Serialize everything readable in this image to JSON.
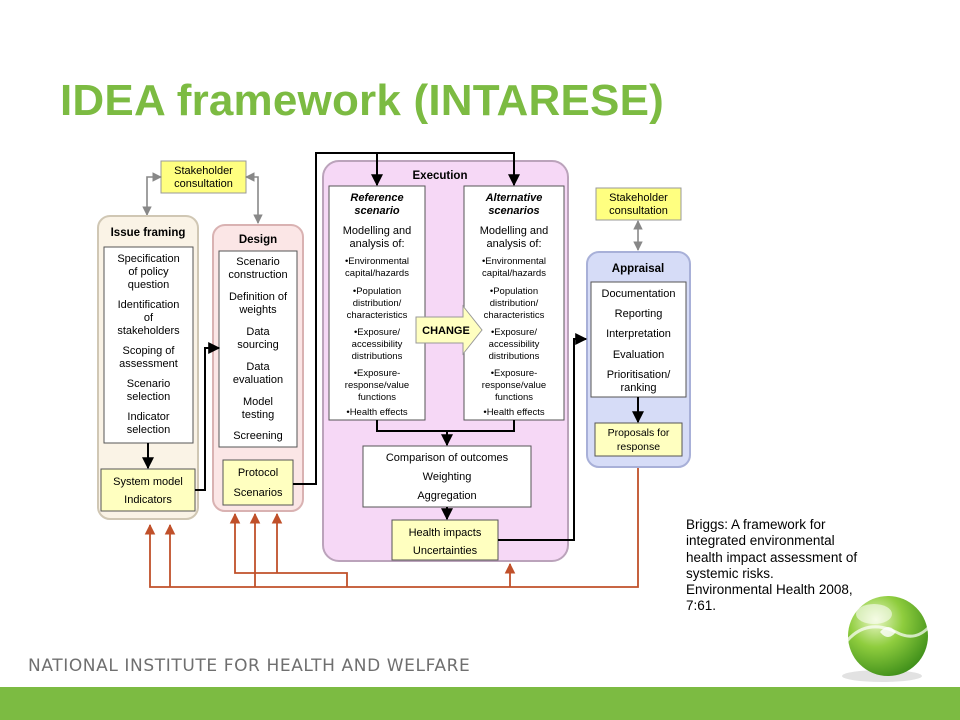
{
  "title": "IDEA framework (INTARESE)",
  "citation": "Briggs: A framework for integrated environmental health impact assessment of systemic risks. Environmental Health 2008, 7:61.",
  "footer": "NATIONAL INSTITUTE FOR HEALTH AND WELFARE",
  "colors": {
    "title_green": "#7cbb42",
    "footer_green": "#7cbb42",
    "feedback_arrow": "#c0502a"
  },
  "diagram": {
    "stakeholder_left": [
      "Stakeholder",
      "consultation"
    ],
    "stakeholder_right": [
      "Stakeholder",
      "consultation"
    ],
    "issue_framing": {
      "title": "Issue framing",
      "inner": [
        "Specification",
        "of policy",
        "question",
        "Identification",
        "of",
        "stakeholders",
        "Scoping of",
        "assessment",
        "Scenario",
        "selection",
        "Indicator",
        "selection"
      ],
      "bottom": [
        "System model",
        "Indicators"
      ]
    },
    "design": {
      "title": "Design",
      "inner": [
        "Scenario",
        "construction",
        "Definition of",
        "weights",
        "Data",
        "sourcing",
        "Data",
        "evaluation",
        "Model",
        "testing",
        "Screening"
      ],
      "bottom": [
        "Protocol",
        "Scenarios"
      ]
    },
    "execution": {
      "title": "Execution",
      "reference": {
        "title": [
          "Reference",
          "scenario"
        ],
        "body": [
          "Modelling and",
          "analysis of:",
          "•Environmental",
          "capital/hazards",
          "•Population",
          "distribution/",
          "characteristics",
          "•Exposure/",
          "accessibility",
          "distributions",
          "•Exposure-",
          "response/value",
          "functions",
          "•Health effects"
        ]
      },
      "alternative": {
        "title": [
          "Alternative",
          "scenarios"
        ],
        "body": [
          "Modelling and",
          "analysis of:",
          "•Environmental",
          "capital/hazards",
          "•Population",
          "distribution/",
          "characteristics",
          "•Exposure/",
          "accessibility",
          "distributions",
          "•Exposure-",
          "response/value",
          "functions",
          "•Health effects"
        ]
      },
      "change": "CHANGE",
      "comparison": [
        "Comparison of outcomes",
        "Weighting",
        "Aggregation"
      ],
      "outputs": [
        "Health impacts",
        "Uncertainties"
      ]
    },
    "appraisal": {
      "title": "Appraisal",
      "inner": [
        "Documentation",
        "Reporting",
        "Interpretation",
        "Evaluation",
        "Prioritisation/",
        "ranking"
      ],
      "bottom": [
        "Proposals for",
        "response"
      ]
    }
  }
}
